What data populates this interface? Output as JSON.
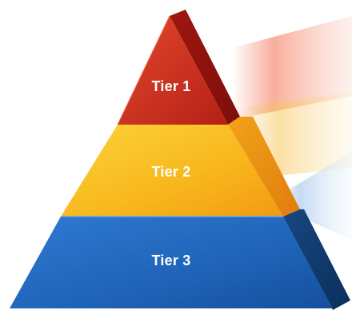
{
  "diagram": {
    "type": "pyramid",
    "tiers": [
      {
        "label": "Tier 1",
        "color": "#c62a1d"
      },
      {
        "label": "Tier 2",
        "color": "#f7b719"
      },
      {
        "label": "Tier 3",
        "color": "#1f63b8"
      }
    ],
    "light_rays": [
      "#f26b4a",
      "#f7c65a",
      "#9fc3ea"
    ]
  }
}
